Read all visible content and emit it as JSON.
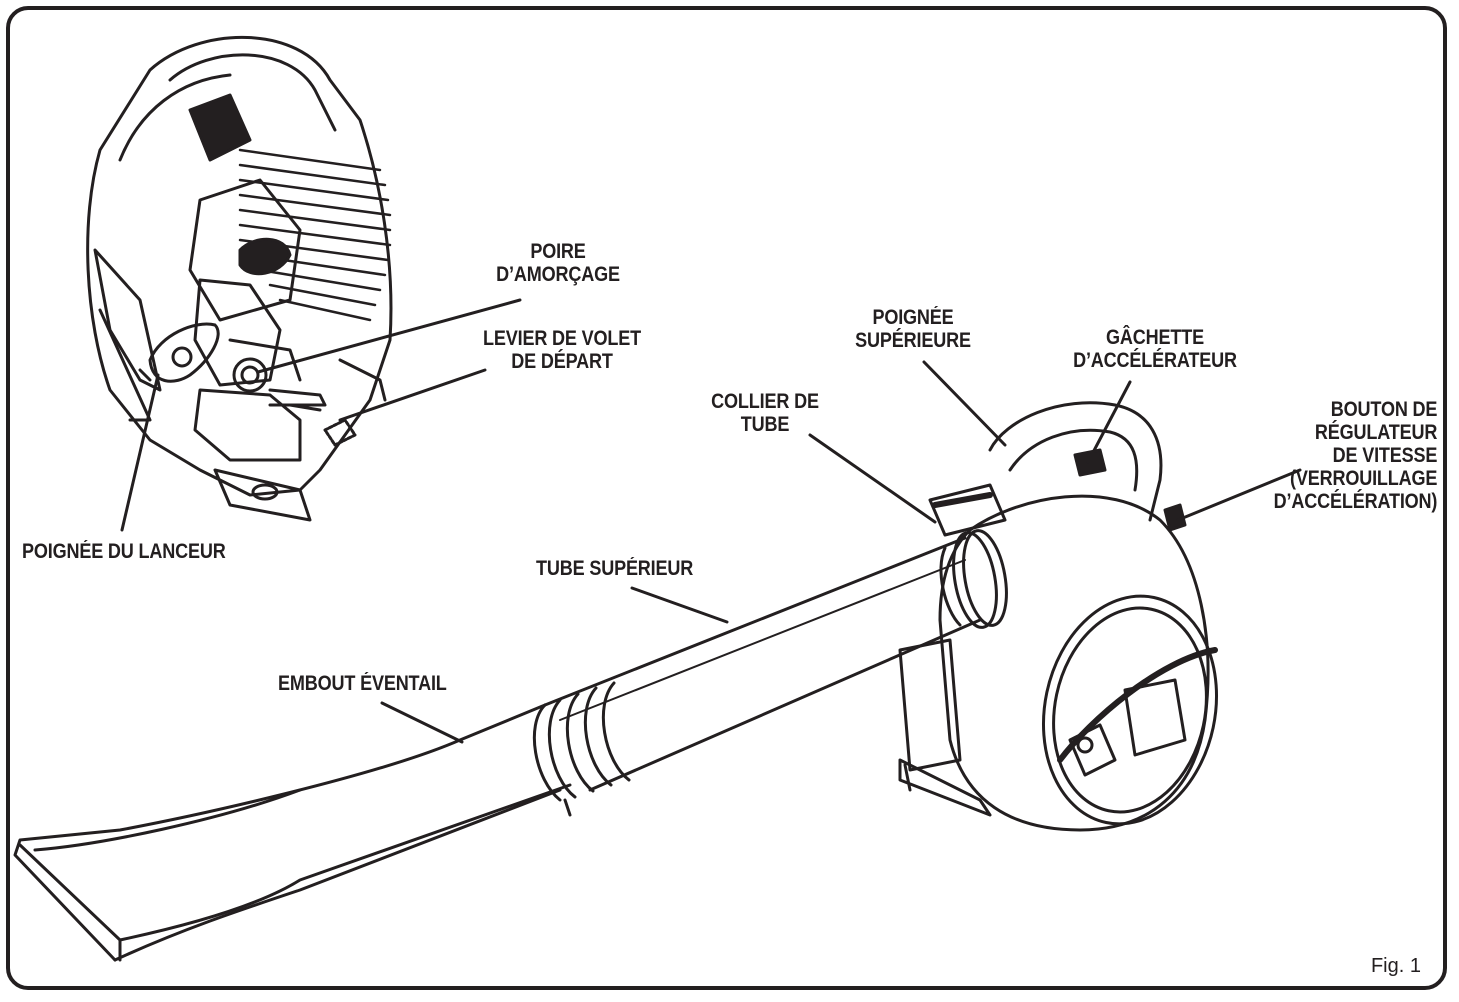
{
  "labels": {
    "primer_bulb": [
      "POIRE",
      "D’AMORÇAGE"
    ],
    "choke_lever": [
      "LEVIER DE VOLET",
      "DE DÉPART"
    ],
    "starter_handle": [
      "POIGNÉE DU LANCEUR"
    ],
    "upper_handle": [
      "POIGNÉE",
      "SUPÉRIEURE"
    ],
    "throttle_trigger": [
      "GÂCHETTE",
      "D’ACCÉLÉRATEUR"
    ],
    "speed_button": [
      "BOUTON DE",
      "RÉGULATEUR",
      "DE VITESSE",
      "(VERROUILLAGE",
      "D’ACCÉLÉRATION)"
    ],
    "tube_collar": [
      "COLLIER DE",
      "TUBE"
    ],
    "upper_tube": [
      "TUBE SUPÉRIEUR"
    ],
    "fan_nozzle": [
      "EMBOUT ÉVENTAIL"
    ]
  },
  "figure_caption": "Fig. 1",
  "colors": {
    "ink": "#231f20",
    "background": "#ffffff"
  }
}
